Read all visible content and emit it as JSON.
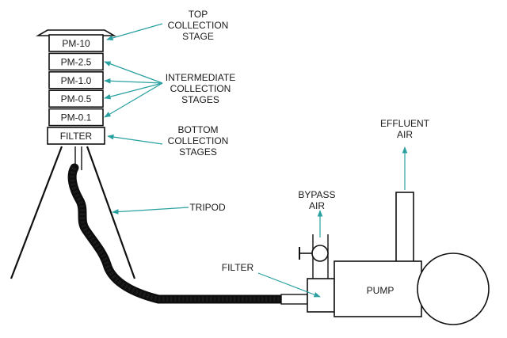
{
  "stages": [
    "PM-10",
    "PM-2.5",
    "PM-1.0",
    "PM-0.5",
    "PM-0.1",
    "FILTER"
  ],
  "labels": {
    "top_stage": [
      "TOP",
      "COLLECTION",
      "STAGE"
    ],
    "intermediate": [
      "INTERMEDIATE",
      "COLLECTION",
      "STAGES"
    ],
    "bottom": [
      "BOTTOM",
      "COLLECTION",
      "STAGES"
    ],
    "tripod": "TRIPOD",
    "bypass": [
      "BYPASS",
      "AIR"
    ],
    "effluent": [
      "EFFLUENT",
      "AIR"
    ],
    "filter": "FILTER",
    "pump": "PUMP"
  },
  "colors": {
    "arrow": "#2aa0a0",
    "line": "#111111"
  }
}
